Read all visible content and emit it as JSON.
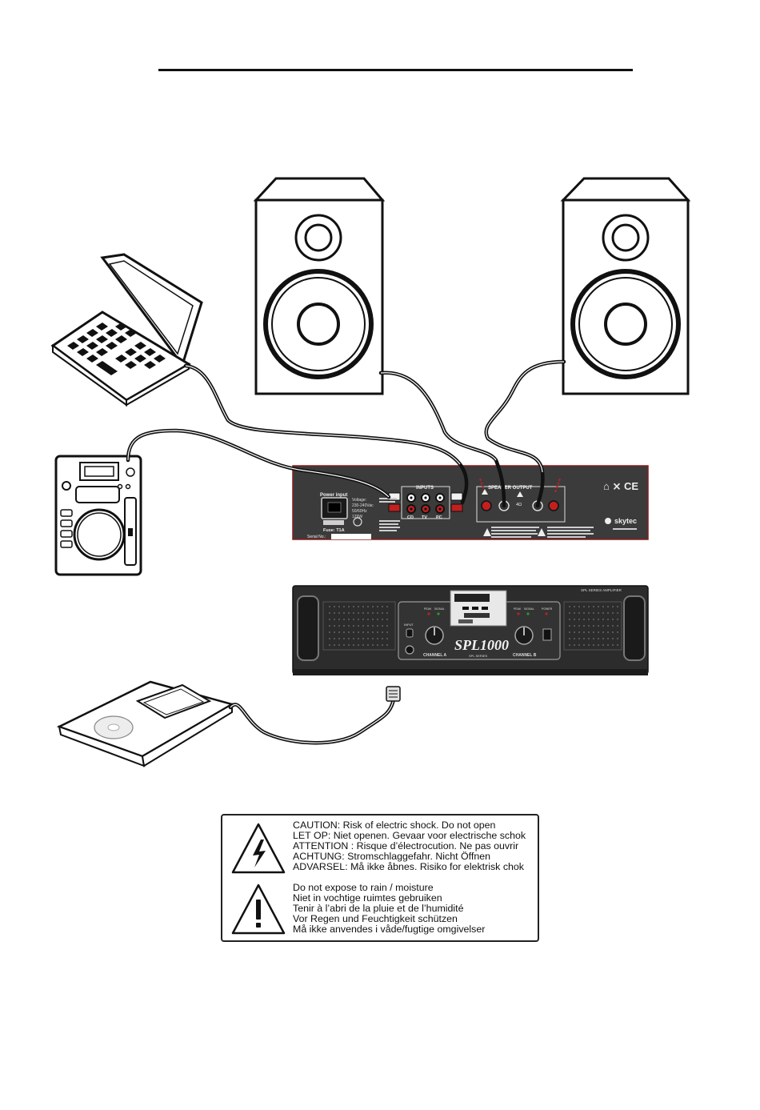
{
  "amplifier_rear": {
    "power_input_label": "Power input",
    "voltage_label": "Voltage:",
    "voltage_value": "230-240Vac",
    "frequency_value": "50/60Hz",
    "power_value": "129W",
    "fuse_label": "Fuse: T1A",
    "serial_label": "Serial No.:",
    "inputs_label": "INPUTS",
    "input_names": [
      "CD",
      "TV",
      "PC"
    ],
    "speaker_output_label": "SPEAKER OUTPUT",
    "impedance_label": "4Ω",
    "brand": "skytec"
  },
  "amplifier_front": {
    "model_header": "SPL SERIES AMPLIFIER",
    "model_logo": "SPL1000",
    "series_label": "SPL SERIES",
    "input_label": "INPUT",
    "channel_a_label": "CHANNEL A",
    "channel_b_label": "CHANNEL B",
    "peak_label": "PEAK",
    "signal_label": "SIGNAL",
    "power_label": "POWER"
  },
  "warnings": {
    "shock": [
      "CAUTION: Risk of electric shock. Do not open",
      "LET OP: Niet openen. Gevaar voor electrische schok",
      "ATTENTION : Risque d’électrocution. Ne pas ouvrir",
      "ACHTUNG: Stromschlaggefahr. Nicht Öffnen",
      "ADVARSEL: Må ikke åbnes. Risiko for elektrisk chok"
    ],
    "moisture": [
      "Do not expose to rain / moisture",
      "Niet in vochtige ruimtes gebruiken",
      "Tenir à l’abri de la pluie et de l’humidité",
      "Vor Regen und Feuchtigkeit schützen",
      "Må ikke anvendes i våde/fugtige omgivelser"
    ]
  },
  "icons": {
    "shock": "lightning-bolt-triangle-icon",
    "caution": "exclamation-triangle-icon"
  }
}
